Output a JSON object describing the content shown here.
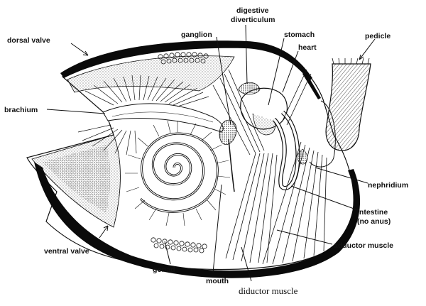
{
  "labels": {
    "dorsal_valve": "dorsal valve",
    "ganglion": "ganglion",
    "digestive_diverticulum_1": "digestive",
    "digestive_diverticulum_2": "diverticulum",
    "stomach": "stomach",
    "heart": "heart",
    "pedicle": "pedicle",
    "brachium": "brachium",
    "nephridium": "nephridium",
    "intestine_1": "intestine",
    "intestine_2": "(no anus)",
    "adductor_muscle": "adductor muscle",
    "ventral_valve": "ventral valve",
    "gonad": "gonad",
    "mouth": "mouth",
    "diductor_muscle": "diductor muscle"
  },
  "colors": {
    "ink": "#111111",
    "shell": "#0a0a0a",
    "paper": "#ffffff"
  }
}
